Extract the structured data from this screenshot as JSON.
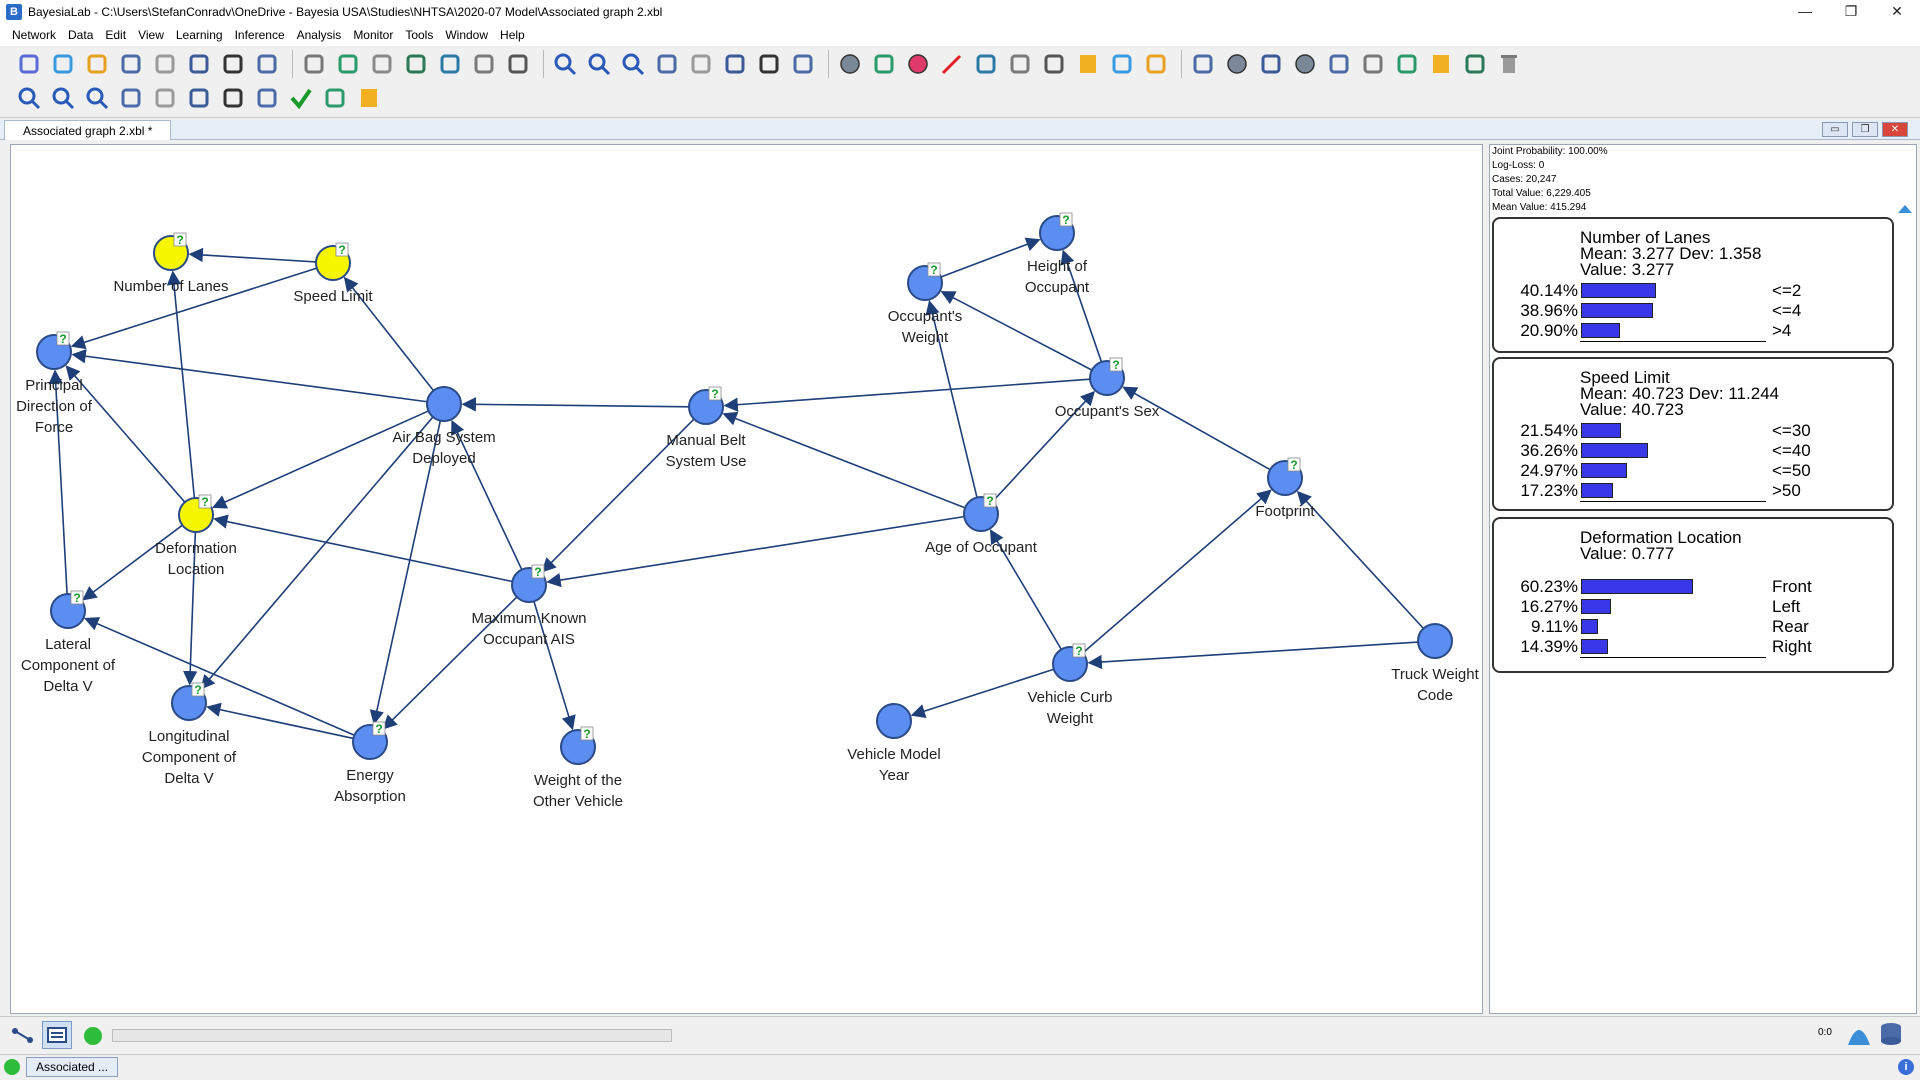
{
  "window": {
    "title": "BayesiaLab - C:\\Users\\StefanConradv\\OneDrive - Bayesia USA\\Studies\\NHTSA\\2020-07 Model\\Associated graph 2.xbl",
    "minimize": "—",
    "maximize": "❐",
    "close": "✕"
  },
  "menu": [
    "Network",
    "Data",
    "Edit",
    "View",
    "Learning",
    "Inference",
    "Analysis",
    "Monitor",
    "Tools",
    "Window",
    "Help"
  ],
  "toolbar": {
    "row1": [
      "home-icon",
      "new-network-icon",
      "open-folder-icon",
      "database-icon",
      "database-gray-icon",
      "save-icon",
      "print-icon",
      "settings-gear-icon",
      "cut-icon",
      "copy-icon",
      "paste-icon",
      "brush-icon",
      "undo-icon",
      "redo-icon",
      "binoculars-icon",
      "zoom-in-icon",
      "zoom-out-icon",
      "zoom-fit-icon",
      "expand-icon",
      "enlarge-icon",
      "shrink-icon",
      "rotate-left-icon",
      "rotate-right-icon",
      "node-tool-icon",
      "node-inspect-icon",
      "record-icon",
      "arc-tool-icon",
      "chart-icon",
      "comment-icon",
      "info-icon",
      "note-icon",
      "forbidden-icon",
      "graph-icon",
      "pointer-icon",
      "circle-shape-icon",
      "hexagon-shape-icon",
      "small-circle-icon",
      "diamond-shape-icon",
      "rectangle-shape-icon",
      "line-tool-icon",
      "sticky-note-icon",
      "remove-icon",
      "trash-icon"
    ],
    "row2": [
      "zoom-selection-icon",
      "zoom-region-icon",
      "zoom-reset-icon",
      "eraser-icon",
      "text-box-icon",
      "delete-left-icon",
      "align-left-icon",
      "swap-arrows-icon",
      "check-icon",
      "corner-icon",
      "add-note-icon"
    ]
  },
  "document": {
    "tab_label": "Associated graph 2.xbl *",
    "minimize": "▭",
    "restore": "❐",
    "close": "✕"
  },
  "colors": {
    "node_blue": "#5b8ef0",
    "node_yellow": "#f6f600",
    "edge": "#1e3f78",
    "bar": "#3838e8"
  },
  "stats": [
    "Joint Probability: 100.00%",
    "Log-Loss: 0",
    "Cases: 20,247",
    "Total Value: 6,229.405",
    "Mean Value: 415.294"
  ],
  "monitors": [
    {
      "title": [
        "Number of Lanes",
        "Mean: 3.277 Dev: 1.358",
        "Value: 3.277"
      ],
      "states": [
        {
          "pct": "40.14%",
          "value": 40.14,
          "label": "<=2"
        },
        {
          "pct": "38.96%",
          "value": 38.96,
          "label": "<=4"
        },
        {
          "pct": "20.90%",
          "value": 20.9,
          "label": ">4"
        }
      ]
    },
    {
      "title": [
        "Speed Limit",
        "Mean: 40.723 Dev: 11.244",
        "Value: 40.723"
      ],
      "states": [
        {
          "pct": "21.54%",
          "value": 21.54,
          "label": "<=30"
        },
        {
          "pct": "36.26%",
          "value": 36.26,
          "label": "<=40"
        },
        {
          "pct": "24.97%",
          "value": 24.97,
          "label": "<=50"
        },
        {
          "pct": "17.23%",
          "value": 17.23,
          "label": ">50"
        }
      ]
    },
    {
      "title": [
        "Deformation Location",
        "Value: 0.777"
      ],
      "states": [
        {
          "pct": "60.23%",
          "value": 60.23,
          "label": "Front"
        },
        {
          "pct": "16.27%",
          "value": 16.27,
          "label": "Left"
        },
        {
          "pct": "9.11%",
          "value": 9.11,
          "label": "Rear"
        },
        {
          "pct": "14.39%",
          "value": 14.39,
          "label": "Right"
        }
      ]
    }
  ],
  "graph": {
    "nodes": [
      {
        "id": "lanes",
        "label": [
          "Number of Lanes"
        ],
        "color": "yellow",
        "badge": true
      },
      {
        "id": "speed",
        "label": [
          "Speed Limit"
        ],
        "color": "yellow",
        "badge": true
      },
      {
        "id": "pdof",
        "label": [
          "Principal",
          "Direction of",
          "Force"
        ],
        "color": "blue",
        "badge": true
      },
      {
        "id": "airbag",
        "label": [
          "Air Bag System",
          "Deployed"
        ],
        "color": "blue",
        "badge": false
      },
      {
        "id": "deform",
        "label": [
          "Deformation",
          "Location"
        ],
        "color": "yellow",
        "badge": true
      },
      {
        "id": "belt",
        "label": [
          "Manual Belt",
          "System Use"
        ],
        "color": "blue",
        "badge": true
      },
      {
        "id": "lateral",
        "label": [
          "Lateral",
          "Component of",
          "Delta V"
        ],
        "color": "blue",
        "badge": true
      },
      {
        "id": "longit",
        "label": [
          "Longitudinal",
          "Component of",
          "Delta V"
        ],
        "color": "blue",
        "badge": true
      },
      {
        "id": "energy",
        "label": [
          "Energy",
          "Absorption"
        ],
        "color": "blue",
        "badge": true
      },
      {
        "id": "mais",
        "label": [
          "Maximum Known",
          "Occupant AIS"
        ],
        "color": "blue",
        "badge": true
      },
      {
        "id": "wother",
        "label": [
          "Weight of the",
          "Other Vehicle"
        ],
        "color": "blue",
        "badge": true
      },
      {
        "id": "height",
        "label": [
          "Height of",
          "Occupant"
        ],
        "color": "blue",
        "badge": true
      },
      {
        "id": "oweight",
        "label": [
          "Occupant's",
          "Weight"
        ],
        "color": "blue",
        "badge": true
      },
      {
        "id": "sex",
        "label": [
          "Occupant's Sex"
        ],
        "color": "blue",
        "badge": true
      },
      {
        "id": "age",
        "label": [
          "Age of Occupant"
        ],
        "color": "blue",
        "badge": true
      },
      {
        "id": "footprint",
        "label": [
          "Footprint"
        ],
        "color": "blue",
        "badge": true
      },
      {
        "id": "curb",
        "label": [
          "Vehicle Curb",
          "Weight"
        ],
        "color": "blue",
        "badge": true
      },
      {
        "id": "truck",
        "label": [
          "Truck Weight",
          "Code"
        ],
        "color": "blue",
        "badge": false
      },
      {
        "id": "year",
        "label": [
          "Vehicle Model",
          "Year"
        ],
        "color": "blue",
        "badge": false
      }
    ],
    "edges": [
      [
        "speed",
        "lanes"
      ],
      [
        "speed",
        "pdof"
      ],
      [
        "deform",
        "lanes"
      ],
      [
        "airbag",
        "speed"
      ],
      [
        "airbag",
        "pdof"
      ],
      [
        "airbag",
        "deform"
      ],
      [
        "airbag",
        "longit"
      ],
      [
        "airbag",
        "energy"
      ],
      [
        "deform",
        "pdof"
      ],
      [
        "deform",
        "lateral"
      ],
      [
        "deform",
        "longit"
      ],
      [
        "mais",
        "deform"
      ],
      [
        "mais",
        "airbag"
      ],
      [
        "mais",
        "energy"
      ],
      [
        "mais",
        "wother"
      ],
      [
        "belt",
        "airbag"
      ],
      [
        "belt",
        "mais"
      ],
      [
        "age",
        "belt"
      ],
      [
        "age",
        "mais"
      ],
      [
        "age",
        "oweight"
      ],
      [
        "age",
        "sex"
      ],
      [
        "sex",
        "belt"
      ],
      [
        "sex",
        "oweight"
      ],
      [
        "sex",
        "height"
      ],
      [
        "oweight",
        "height"
      ],
      [
        "footprint",
        "sex"
      ],
      [
        "curb",
        "footprint"
      ],
      [
        "curb",
        "age"
      ],
      [
        "curb",
        "year"
      ],
      [
        "truck",
        "curb"
      ],
      [
        "truck",
        "footprint"
      ],
      [
        "energy",
        "lateral"
      ],
      [
        "energy",
        "longit"
      ],
      [
        "lateral",
        "pdof"
      ]
    ]
  },
  "bottombar": {
    "counter": "0:0"
  },
  "statusbar": {
    "tab_label": "Associated ..."
  }
}
